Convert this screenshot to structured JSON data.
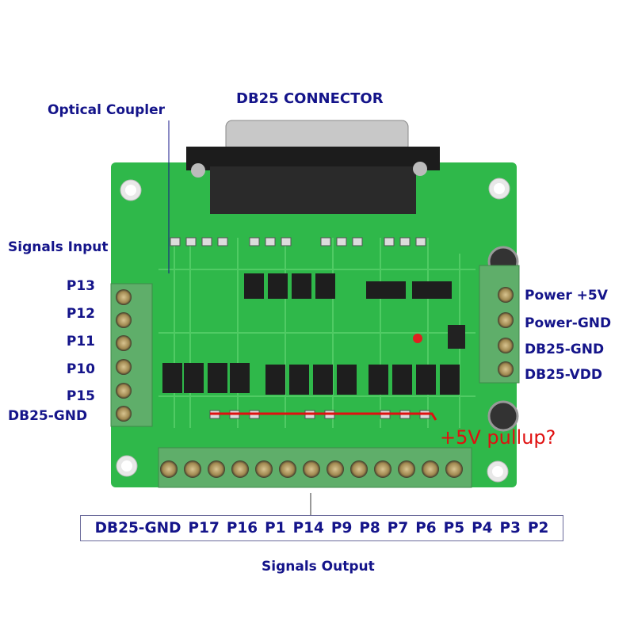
{
  "labels": {
    "optical_coupler": "Optical Coupler",
    "db25_connector": "DB25 CONNECTOR",
    "signals_input": "Signals Input",
    "signals_output": "Signals Output",
    "pullup_note": "+5V pullup?"
  },
  "input_pins": [
    "P13",
    "P12",
    "P11",
    "P10",
    "P15",
    "DB25-GND"
  ],
  "power_pins": [
    "Power +5V",
    "Power-GND",
    "DB25-GND",
    "DB25-VDD"
  ],
  "output_pins": [
    "DB25-GND",
    "P17",
    "P16",
    "P1",
    "P14",
    "P9",
    "P8",
    "P7",
    "P6",
    "P5",
    "P4",
    "P3",
    "P2"
  ],
  "colors": {
    "label": "#14148a",
    "note": "#e01010",
    "pcb": "#2fb84a",
    "terminal": "#5fae6a"
  }
}
